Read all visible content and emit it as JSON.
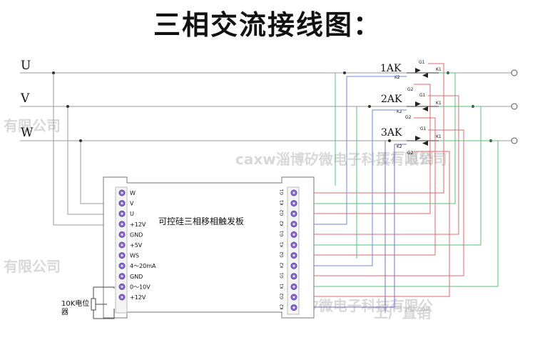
{
  "title": "三相交流接线图：",
  "phases": [
    "U",
    "V",
    "W"
  ],
  "thyristor_modules": [
    {
      "name": "1AK",
      "k2": "K2",
      "g1": "G1",
      "k1": "K1",
      "g2": "G2"
    },
    {
      "name": "2AK",
      "k2": "K2",
      "g1": "G1",
      "k1": "K1",
      "g2": "G2"
    },
    {
      "name": "3AK",
      "k2": "K2",
      "g1": "G1",
      "k1": "K1",
      "g2": "G2"
    }
  ],
  "board": {
    "label": "可控硅三相移相触发板",
    "left_terminals": [
      "W",
      "V",
      "U",
      "+12V",
      "GND",
      "+5V",
      "WS",
      "4～20mA",
      "GND",
      "0～10V",
      "+12V"
    ],
    "right_terminals": [
      "G1",
      "K1",
      "G2",
      "K2",
      "G1",
      "K1",
      "G2",
      "K2",
      "G1",
      "K1",
      "G2",
      "K2"
    ]
  },
  "potentiometer": "10K电位器",
  "watermarks": [
    "有限公司",
    "caxw淄博矽微电子科技有限公司",
    "工厂直销",
    "有限公司",
    "caxw淄博矽微电子科技有限公",
    "工厂直销"
  ],
  "colors": {
    "wire_gray": "#9a9a9a",
    "wire_red": "#e06a6a",
    "wire_green": "#57c27a",
    "wire_blue": "#6d88e0",
    "wire_purple": "#7c6cc4",
    "terminal": "#8e6fd6"
  }
}
